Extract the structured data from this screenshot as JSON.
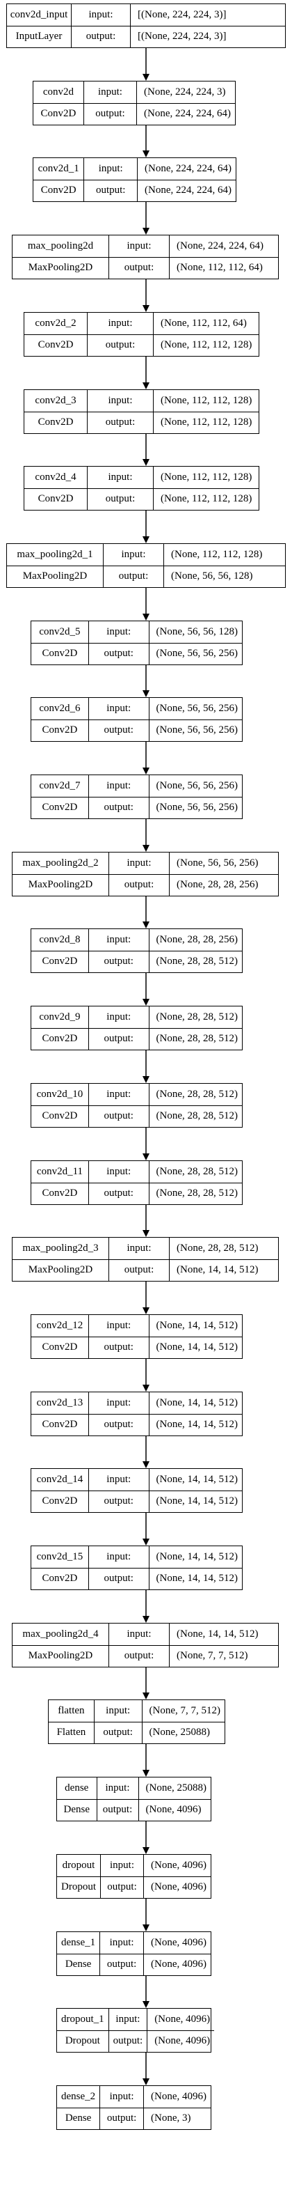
{
  "labels": {
    "input": "input:",
    "output": "output:"
  },
  "layers": [
    {
      "name": "conv2d_input",
      "type": "InputLayer",
      "input": "[(None, 224, 224, 3)]",
      "output": "[(None, 224, 224, 3)]"
    },
    {
      "name": "conv2d",
      "type": "Conv2D",
      "input": "(None, 224, 224, 3)",
      "output": "(None, 224, 224, 64)"
    },
    {
      "name": "conv2d_1",
      "type": "Conv2D",
      "input": "(None, 224, 224, 64)",
      "output": "(None, 224, 224, 64)"
    },
    {
      "name": "max_pooling2d",
      "type": "MaxPooling2D",
      "input": "(None, 224, 224, 64)",
      "output": "(None, 112, 112, 64)"
    },
    {
      "name": "conv2d_2",
      "type": "Conv2D",
      "input": "(None, 112, 112, 64)",
      "output": "(None, 112, 112, 128)"
    },
    {
      "name": "conv2d_3",
      "type": "Conv2D",
      "input": "(None, 112, 112, 128)",
      "output": "(None, 112, 112, 128)"
    },
    {
      "name": "conv2d_4",
      "type": "Conv2D",
      "input": "(None, 112, 112, 128)",
      "output": "(None, 112, 112, 128)"
    },
    {
      "name": "max_pooling2d_1",
      "type": "MaxPooling2D",
      "input": "(None, 112, 112, 128)",
      "output": "(None, 56, 56, 128)"
    },
    {
      "name": "conv2d_5",
      "type": "Conv2D",
      "input": "(None, 56, 56, 128)",
      "output": "(None, 56, 56, 256)"
    },
    {
      "name": "conv2d_6",
      "type": "Conv2D",
      "input": "(None, 56, 56, 256)",
      "output": "(None, 56, 56, 256)"
    },
    {
      "name": "conv2d_7",
      "type": "Conv2D",
      "input": "(None, 56, 56, 256)",
      "output": "(None, 56, 56, 256)"
    },
    {
      "name": "max_pooling2d_2",
      "type": "MaxPooling2D",
      "input": "(None, 56, 56, 256)",
      "output": "(None, 28, 28, 256)"
    },
    {
      "name": "conv2d_8",
      "type": "Conv2D",
      "input": "(None, 28, 28, 256)",
      "output": "(None, 28, 28, 512)"
    },
    {
      "name": "conv2d_9",
      "type": "Conv2D",
      "input": "(None, 28, 28, 512)",
      "output": "(None, 28, 28, 512)"
    },
    {
      "name": "conv2d_10",
      "type": "Conv2D",
      "input": "(None, 28, 28, 512)",
      "output": "(None, 28, 28, 512)"
    },
    {
      "name": "conv2d_11",
      "type": "Conv2D",
      "input": "(None, 28, 28, 512)",
      "output": "(None, 28, 28, 512)"
    },
    {
      "name": "max_pooling2d_3",
      "type": "MaxPooling2D",
      "input": "(None, 28, 28, 512)",
      "output": "(None, 14, 14, 512)"
    },
    {
      "name": "conv2d_12",
      "type": "Conv2D",
      "input": "(None, 14, 14, 512)",
      "output": "(None, 14, 14, 512)"
    },
    {
      "name": "conv2d_13",
      "type": "Conv2D",
      "input": "(None, 14, 14, 512)",
      "output": "(None, 14, 14, 512)"
    },
    {
      "name": "conv2d_14",
      "type": "Conv2D",
      "input": "(None, 14, 14, 512)",
      "output": "(None, 14, 14, 512)"
    },
    {
      "name": "conv2d_15",
      "type": "Conv2D",
      "input": "(None, 14, 14, 512)",
      "output": "(None, 14, 14, 512)"
    },
    {
      "name": "max_pooling2d_4",
      "type": "MaxPooling2D",
      "input": "(None, 14, 14, 512)",
      "output": "(None, 7, 7, 512)"
    },
    {
      "name": "flatten",
      "type": "Flatten",
      "input": "(None, 7, 7, 512)",
      "output": "(None, 25088)"
    },
    {
      "name": "dense",
      "type": "Dense",
      "input": "(None, 25088)",
      "output": "(None, 4096)"
    },
    {
      "name": "dropout",
      "type": "Dropout",
      "input": "(None, 4096)",
      "output": "(None, 4096)"
    },
    {
      "name": "dense_1",
      "type": "Dense",
      "input": "(None, 4096)",
      "output": "(None, 4096)"
    },
    {
      "name": "dropout_1",
      "type": "Dropout",
      "input": "(None, 4096)",
      "output": "(None, 4096)"
    },
    {
      "name": "dense_2",
      "type": "Dense",
      "input": "(None, 4096)",
      "output": "(None, 3)"
    }
  ]
}
